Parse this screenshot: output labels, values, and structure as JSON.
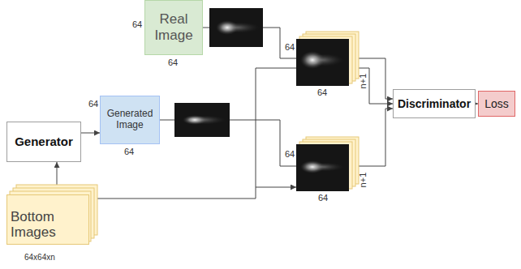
{
  "diagram": {
    "nodes": [
      {
        "text": [
          "Real Image"
        ]
      },
      {
        "text": [
          "Generator"
        ]
      },
      {
        "text": [
          "Generated Image"
        ]
      },
      {
        "text": [
          "Discriminator"
        ]
      },
      {
        "text": [
          "Loss"
        ]
      },
      {
        "text": [
          "Bottom Images"
        ]
      }
    ],
    "edges": [
      {
        "from": 5,
        "to": 1,
        "arrow": "to"
      },
      {
        "from": 1,
        "to": 2,
        "arrow": "to"
      },
      {
        "from": 0,
        "to": 3,
        "arrow": "to"
      },
      {
        "from": 2,
        "to": 3,
        "arrow": "to"
      },
      {
        "from": 5,
        "to": 3,
        "arrow": "to"
      },
      {
        "from": 3,
        "to": 4,
        "arrow": "to"
      }
    ],
    "labels": [
      "64",
      "64",
      "64",
      "64",
      "n+1",
      "64",
      "64",
      "64",
      "64",
      "n+1",
      "64x64xn"
    ]
  }
}
